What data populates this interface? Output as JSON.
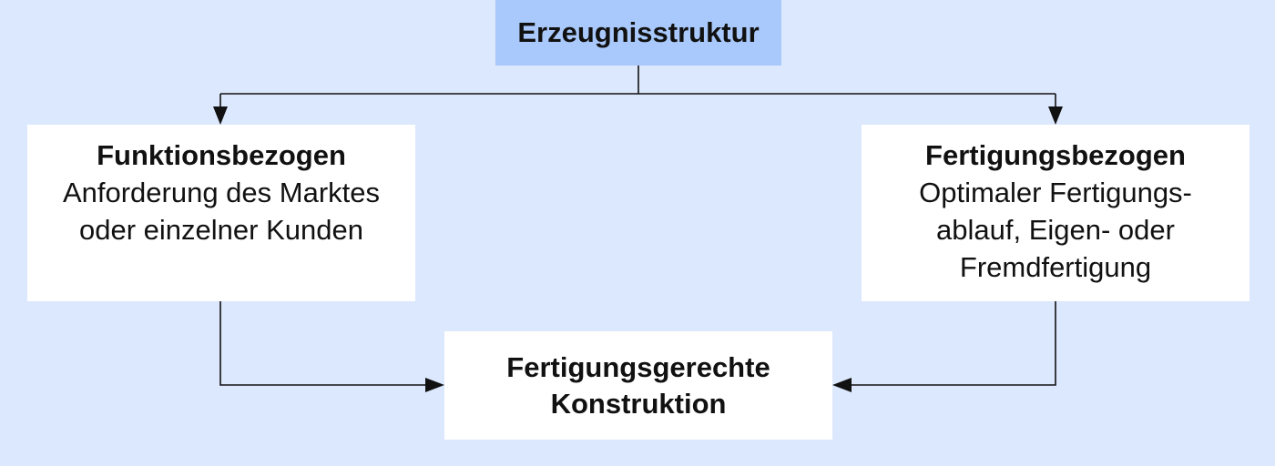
{
  "diagram": {
    "root": {
      "title": "Erzeugnisstruktur"
    },
    "left_branch": {
      "title": "Funktionsbezogen",
      "lines": [
        "Anforderung des Marktes",
        "oder einzelner Kunden"
      ]
    },
    "right_branch": {
      "title": "Fertigungsbezogen",
      "lines": [
        "Optimaler Fertigungs-",
        "ablauf, Eigen- oder",
        "Fremdfertigung"
      ]
    },
    "result": {
      "lines": [
        "Fertigungsgerechte",
        "Konstruktion"
      ]
    }
  },
  "colors": {
    "background": "#dce8fd",
    "root_fill": "#a9c8fb",
    "box_fill": "#ffffff",
    "connector": "#111111"
  }
}
